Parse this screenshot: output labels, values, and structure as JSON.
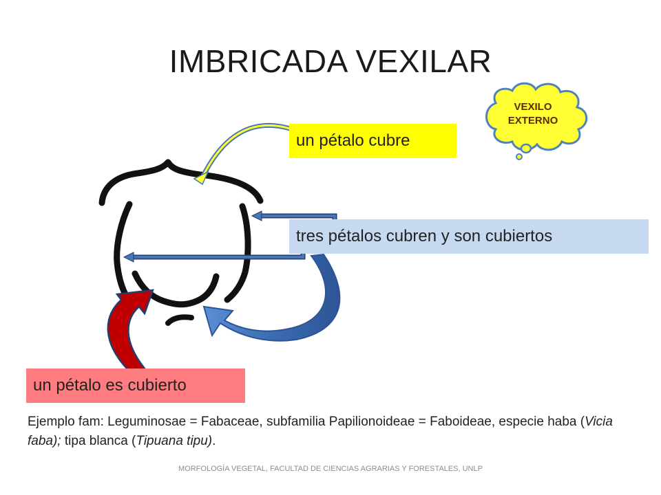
{
  "slide": {
    "title": "IMBRICADA VEXILAR",
    "labels": {
      "one_covers": "un pétalo cubre",
      "three_cover": "tres pétalos cubren y son cubiertos",
      "one_covered": "un pétalo es cubierto"
    },
    "cloud": {
      "line1": "VEXILO",
      "line2": "EXTERNO"
    },
    "example": {
      "p1": "Ejemplo fam: Leguminosae = Fabaceae, subfamilia Papilionoideae = Faboideae, especie haba (",
      "p2": "Vicia faba);",
      "p3": " tipa blanca (",
      "p4": "Tipuana tipu)",
      "p5": "."
    },
    "footer": "MORFOLOGÍA VEGETAL, FACULTAD DE CIENCIAS AGRARIAS Y FORESTALES, UNLP"
  },
  "colors": {
    "yellow": "#ffff00",
    "light_blue": "#c6d9f1",
    "salmon": "#ff7c80",
    "arrow_blue": "#4a76b4",
    "arrow_red": "#c00000",
    "cloud_fill": "#ffff33",
    "cloud_stroke": "#4f81bd"
  }
}
